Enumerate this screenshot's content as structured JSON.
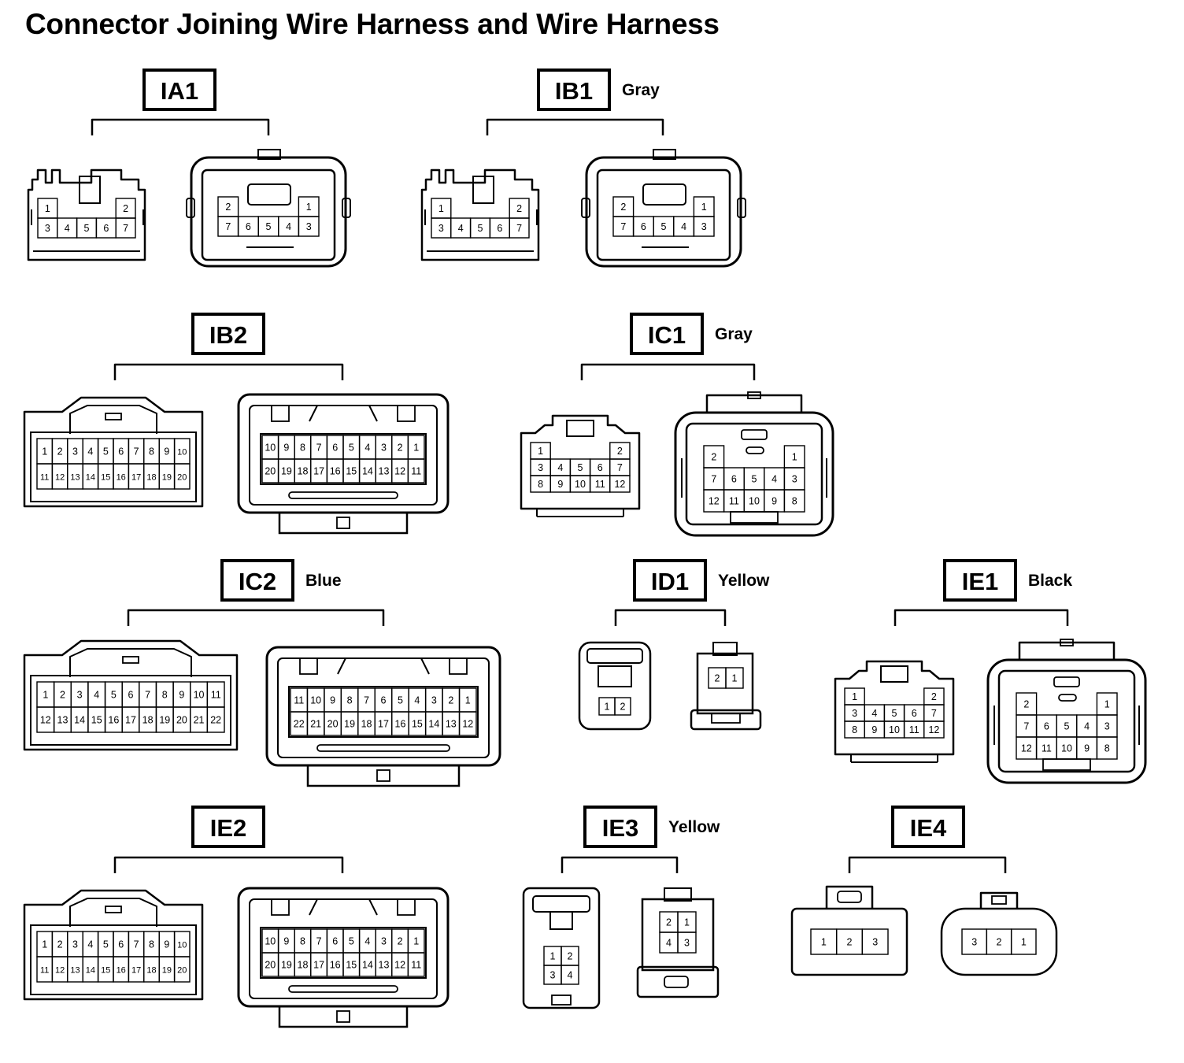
{
  "title": "Connector Joining Wire Harness and Wire Harness",
  "connectors": [
    {
      "code": "IA1",
      "color": "",
      "left_rows": [
        [
          "1",
          "2"
        ],
        [
          "3",
          "4",
          "5",
          "6",
          "7"
        ]
      ],
      "right_rows": [
        [
          "2",
          "1"
        ],
        [
          "7",
          "6",
          "5",
          "4",
          "3"
        ]
      ]
    },
    {
      "code": "IB1",
      "color": "Gray",
      "left_rows": [
        [
          "1",
          "2"
        ],
        [
          "3",
          "4",
          "5",
          "6",
          "7"
        ]
      ],
      "right_rows": [
        [
          "2",
          "1"
        ],
        [
          "7",
          "6",
          "5",
          "4",
          "3"
        ]
      ]
    },
    {
      "code": "IB2",
      "color": "",
      "left_rows": [
        [
          "1",
          "2",
          "3",
          "4",
          "5",
          "6",
          "7",
          "8",
          "9",
          "10"
        ],
        [
          "11",
          "12",
          "13",
          "14",
          "15",
          "16",
          "17",
          "18",
          "19",
          "20"
        ]
      ],
      "right_rows": [
        [
          "10",
          "9",
          "8",
          "7",
          "6",
          "5",
          "4",
          "3",
          "2",
          "1"
        ],
        [
          "20",
          "19",
          "18",
          "17",
          "16",
          "15",
          "14",
          "13",
          "12",
          "11"
        ]
      ]
    },
    {
      "code": "IC1",
      "color": "Gray",
      "left_rows": [
        [
          "1",
          "2"
        ],
        [
          "3",
          "4",
          "5",
          "6",
          "7"
        ],
        [
          "8",
          "9",
          "10",
          "11",
          "12"
        ]
      ],
      "right_rows": [
        [
          "2",
          "1"
        ],
        [
          "7",
          "6",
          "5",
          "4",
          "3"
        ],
        [
          "12",
          "11",
          "10",
          "9",
          "8"
        ]
      ]
    },
    {
      "code": "IC2",
      "color": "Blue",
      "left_rows": [
        [
          "1",
          "2",
          "3",
          "4",
          "5",
          "6",
          "7",
          "8",
          "9",
          "10",
          "11"
        ],
        [
          "12",
          "13",
          "14",
          "15",
          "16",
          "17",
          "18",
          "19",
          "20",
          "21",
          "22"
        ]
      ],
      "right_rows": [
        [
          "11",
          "10",
          "9",
          "8",
          "7",
          "6",
          "5",
          "4",
          "3",
          "2",
          "1"
        ],
        [
          "22",
          "21",
          "20",
          "19",
          "18",
          "17",
          "16",
          "15",
          "14",
          "13",
          "12"
        ]
      ]
    },
    {
      "code": "ID1",
      "color": "Yellow",
      "left_rows": [
        [
          "1",
          "2"
        ]
      ],
      "right_rows": [
        [
          "2",
          "1"
        ]
      ]
    },
    {
      "code": "IE1",
      "color": "Black",
      "left_rows": [
        [
          "1",
          "2"
        ],
        [
          "3",
          "4",
          "5",
          "6",
          "7"
        ],
        [
          "8",
          "9",
          "10",
          "11",
          "12"
        ]
      ],
      "right_rows": [
        [
          "2",
          "1"
        ],
        [
          "7",
          "6",
          "5",
          "4",
          "3"
        ],
        [
          "12",
          "11",
          "10",
          "9",
          "8"
        ]
      ]
    },
    {
      "code": "IE2",
      "color": "",
      "left_rows": [
        [
          "1",
          "2",
          "3",
          "4",
          "5",
          "6",
          "7",
          "8",
          "9",
          "10"
        ],
        [
          "11",
          "12",
          "13",
          "14",
          "15",
          "16",
          "17",
          "18",
          "19",
          "20"
        ]
      ],
      "right_rows": [
        [
          "10",
          "9",
          "8",
          "7",
          "6",
          "5",
          "4",
          "3",
          "2",
          "1"
        ],
        [
          "20",
          "19",
          "18",
          "17",
          "16",
          "15",
          "14",
          "13",
          "12",
          "11"
        ]
      ]
    },
    {
      "code": "IE3",
      "color": "Yellow",
      "left_rows": [
        [
          "1",
          "2"
        ],
        [
          "3",
          "4"
        ]
      ],
      "right_rows": [
        [
          "2",
          "1"
        ],
        [
          "4",
          "3"
        ]
      ]
    },
    {
      "code": "IE4",
      "color": "",
      "left_rows": [
        [
          "1",
          "2",
          "3"
        ]
      ],
      "right_rows": [
        [
          "3",
          "2",
          "1"
        ]
      ]
    }
  ]
}
